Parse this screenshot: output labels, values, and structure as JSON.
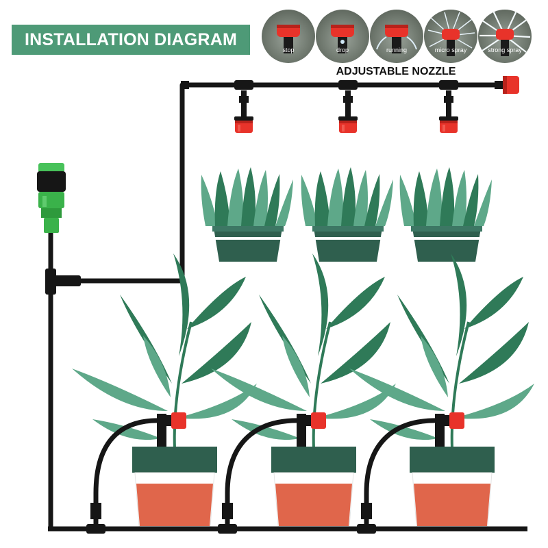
{
  "title": "INSTALLATION DIAGRAM",
  "nozzle_heading": "ADJUSTABLE NOZZLE",
  "nozzle_modes": [
    {
      "label": "stop"
    },
    {
      "label": "drop"
    },
    {
      "label": "running"
    },
    {
      "label": "micro spray"
    },
    {
      "label": "strong spray"
    }
  ],
  "colors": {
    "banner": "#4e9a77",
    "tube": "#161616",
    "nozzle_red": "#e8332a",
    "connector_green": "#3ab24a",
    "leaf_dark": "#2f7a58",
    "leaf_light": "#5ea889",
    "pot_dark": "#2f5f4e",
    "pot_terracotta": "#e0664b"
  }
}
